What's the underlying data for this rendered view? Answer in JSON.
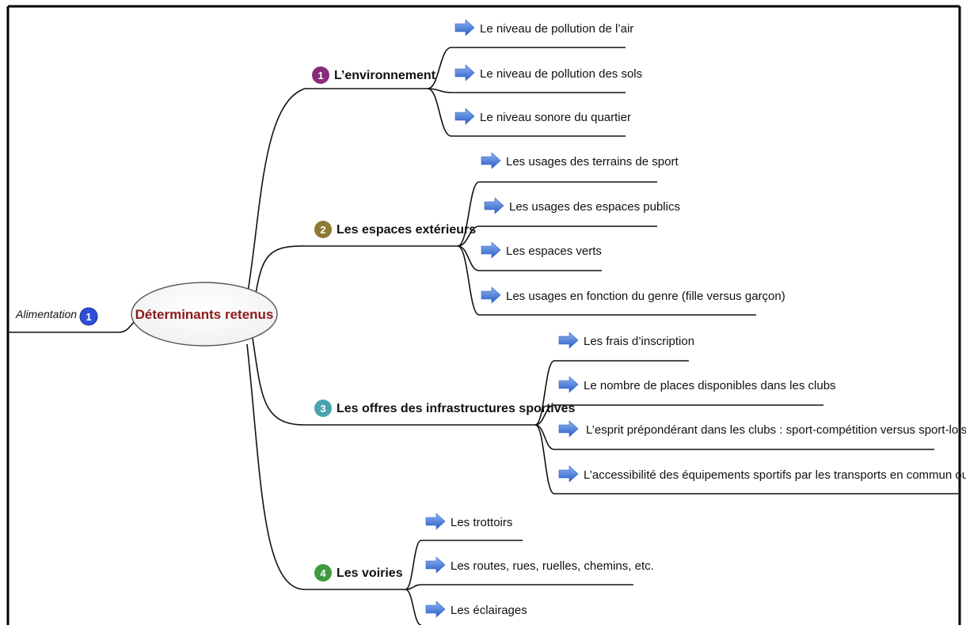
{
  "root": {
    "label": "Déterminants retenus",
    "label_color": "#8b1a1a",
    "side_label": "Alimentation",
    "side_number": "1"
  },
  "branches": [
    {
      "number": "1",
      "label": "L’environnement",
      "badge_color": "#8a2b7a",
      "items": [
        "Le niveau de pollution de l’air",
        "Le niveau de pollution des sols",
        "Le niveau sonore du quartier"
      ]
    },
    {
      "number": "2",
      "label": "Les espaces extérieurs",
      "badge_color": "#8f7a33",
      "items": [
        "Les usages des terrains de sport",
        "Les usages des espaces publics",
        "Les espaces verts",
        "Les usages en fonction du genre (fille versus garçon)"
      ]
    },
    {
      "number": "3",
      "label": "Les offres des infrastructures sportives",
      "badge_color": "#4aa3b0",
      "items": [
        "Les frais d’inscription",
        "Le nombre de places disponibles dans les clubs",
        "L’esprit prépondérant dans les clubs : sport-compétition versus sport-loisir",
        "L’accessibilité des équipements sportifs par les transports en commun ou à pieds"
      ]
    },
    {
      "number": "4",
      "label": "Les voiries",
      "badge_color": "#3f9a3f",
      "items": [
        "Les trottoirs",
        "Les routes, rues, ruelles, chemins, etc.",
        "Les éclairages"
      ]
    }
  ],
  "colors": {
    "side_badge": "#2f4fd8",
    "arrow": "#3a6fd0"
  }
}
